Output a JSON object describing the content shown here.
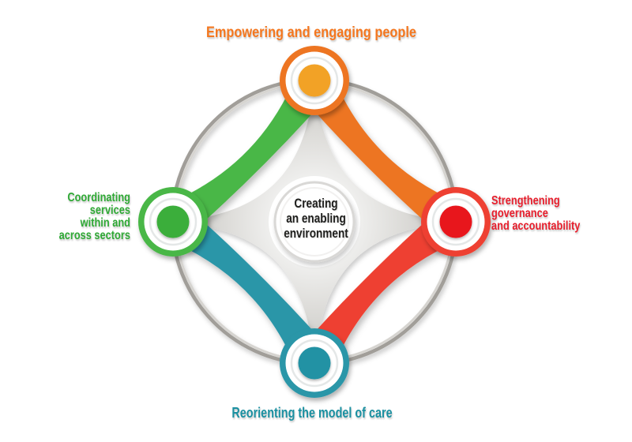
{
  "diagram": {
    "center": {
      "lines": [
        "Creating",
        "an enabling",
        "environment"
      ]
    },
    "nodes": {
      "top": {
        "label": "Empowering and engaging people"
      },
      "right": {
        "lines": [
          "Strengthening",
          "governance",
          "and accountability"
        ]
      },
      "bottom": {
        "label": "Reorienting the model of care"
      },
      "left": {
        "lines": [
          "Coordinating",
          "services",
          "within and",
          "across sectors"
        ]
      }
    }
  },
  "colors": {
    "orange_band": "#ed7523",
    "orange_core": "#f2a227",
    "orange_text": "#f4771f",
    "red_band": "#ee4130",
    "red_core": "#e8151c",
    "red_text": "#e71e2c",
    "green_band": "#48b746",
    "green_core": "#3bae3a",
    "green_text": "#2fa935",
    "teal_band": "#2b96a8",
    "teal_core": "#2092a4",
    "teal_text": "#1b90a1",
    "outer_ring": "#a19e99",
    "outer_ring_inner": "#d6d4d0",
    "star_inner": "#f3f3f2",
    "star_mid": "#deddda",
    "star_outer": "#c6c5c1",
    "node_inner_ring": "#e4e7e7",
    "center_ring": "#d9d8d6",
    "center_inner_ring": "#f1f0ef",
    "center_text": "#1e1e1c"
  }
}
